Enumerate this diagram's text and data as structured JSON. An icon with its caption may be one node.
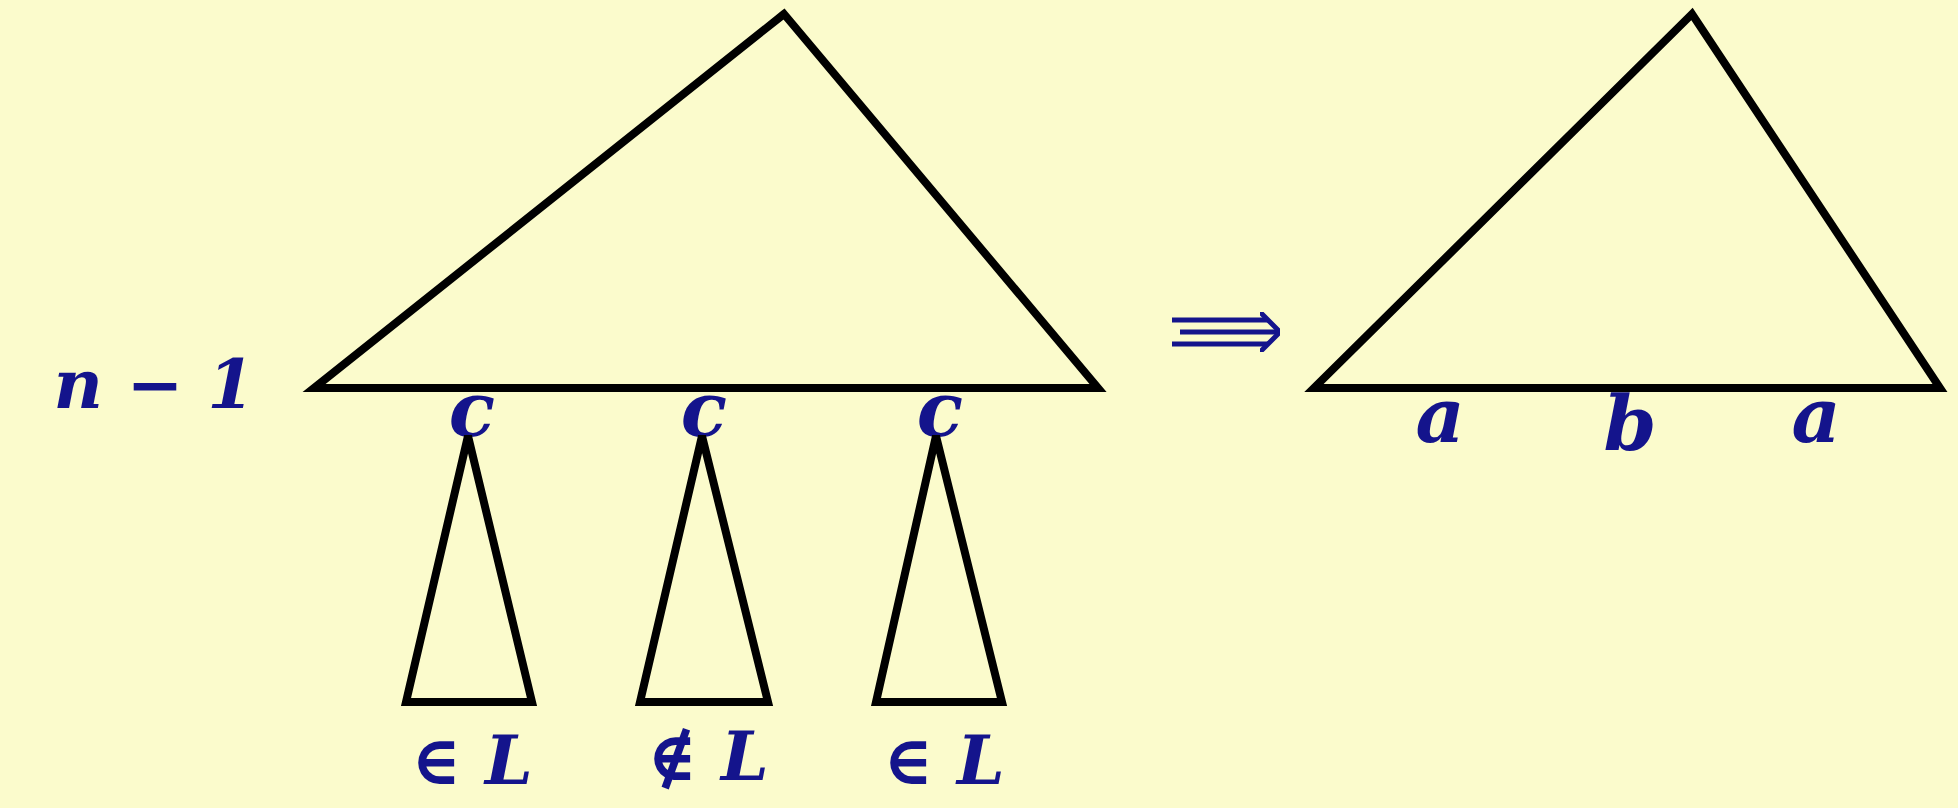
{
  "diagram": {
    "nodes": [
      {
        "text": [
          "c",
          "c",
          "c"
        ],
        "beside": [
          "n − 1"
        ]
      },
      {
        "text": [],
        "shape": "triangle",
        "beside": [
          "∈ L"
        ]
      },
      {
        "text": [],
        "shape": "triangle",
        "beside": [
          "∉ L"
        ]
      },
      {
        "text": [],
        "shape": "triangle",
        "beside": [
          "∈ L"
        ]
      },
      {
        "text": [
          "a",
          "b",
          "a"
        ]
      }
    ],
    "edges": [
      {
        "from": 0,
        "to": 4,
        "arrow": "to"
      }
    ]
  }
}
